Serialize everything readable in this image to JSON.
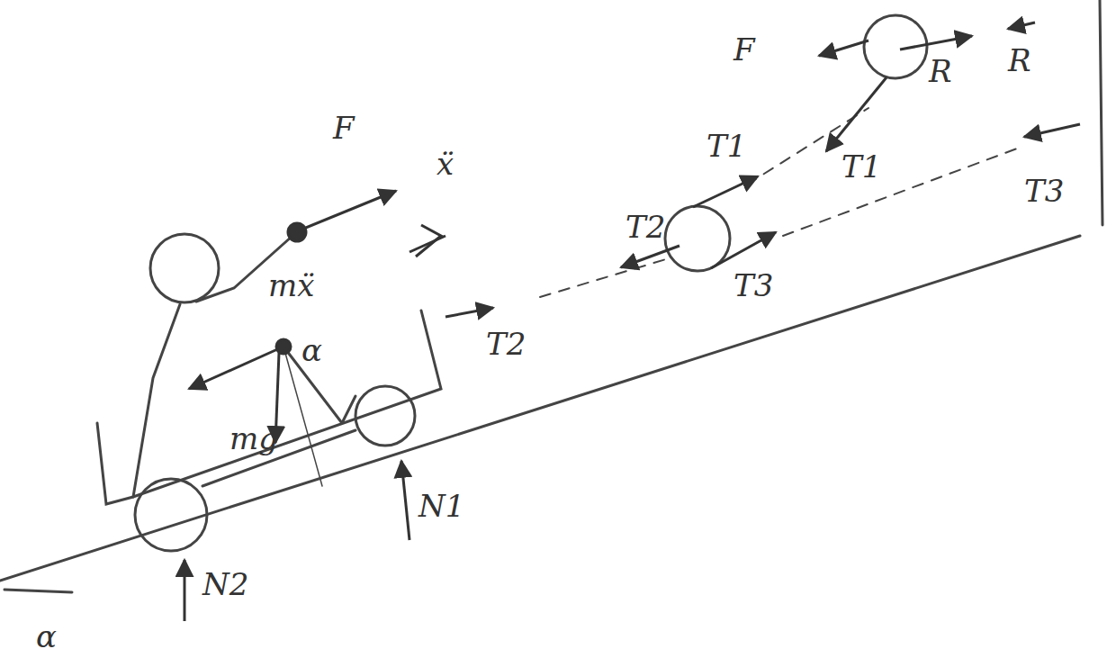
{
  "diagram": {
    "labels": [
      "F",
      "F",
      "ẍ",
      "mẍ",
      "α",
      "mg",
      "T2",
      "T2",
      "T1",
      "T3",
      "T1",
      "T3",
      "R",
      "R",
      "N1",
      "N2",
      "α"
    ]
  }
}
